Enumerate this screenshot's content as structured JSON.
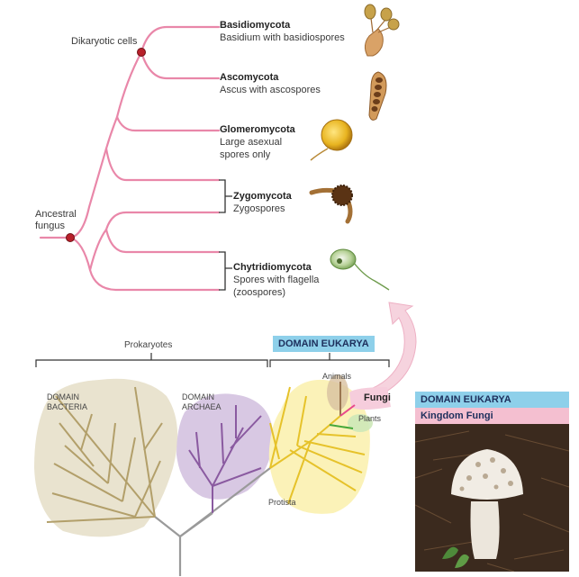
{
  "cladogram": {
    "dikaryotic_label": "Dikaryotic cells",
    "ancestor_label_line1": "Ancestral",
    "ancestor_label_line2": "fungus",
    "groups": [
      {
        "name": "Basidiomycota",
        "lines": [
          "Basidium with basidiospores"
        ]
      },
      {
        "name": "Ascomycota",
        "lines": [
          "Ascus with ascospores"
        ]
      },
      {
        "name": "Glomeromycota",
        "lines": [
          "Large asexual",
          "spores only"
        ]
      },
      {
        "name": "Zygomycota",
        "lines": [
          "Zygospores"
        ]
      },
      {
        "name": "Chytridiomycota",
        "lines": [
          "Spores with flagella",
          "(zoospores)"
        ]
      }
    ]
  },
  "tree_of_life": {
    "prokaryotes_label": "Prokaryotes",
    "domain_eukarya_label": "DOMAIN EUKARYA",
    "bacteria_line1": "DOMAIN",
    "bacteria_line2": "BACTERIA",
    "archaea_line1": "DOMAIN",
    "archaea_line2": "ARCHAEA",
    "animals_label": "Animals",
    "fungi_label": "Fungi",
    "plants_label": "Plants",
    "protista_label": "Protista"
  },
  "photo_panel": {
    "domain_label": "DOMAIN EUKARYA",
    "kingdom_label": "Kingdom Fungi"
  },
  "colors": {
    "tree_pink": "#e987a9",
    "node_red": "#b8202a",
    "bacteria_fill": "#e9e3cf",
    "bacteria_line": "#b29f6a",
    "archaea_fill": "#d8c8e3",
    "archaea_line": "#8a5aa0",
    "eukarya_fill": "#fbf2b8",
    "eukarya_line": "#e6c22a",
    "banner_blue": "#8ed0ea",
    "banner_pink": "#f4bfd0"
  }
}
